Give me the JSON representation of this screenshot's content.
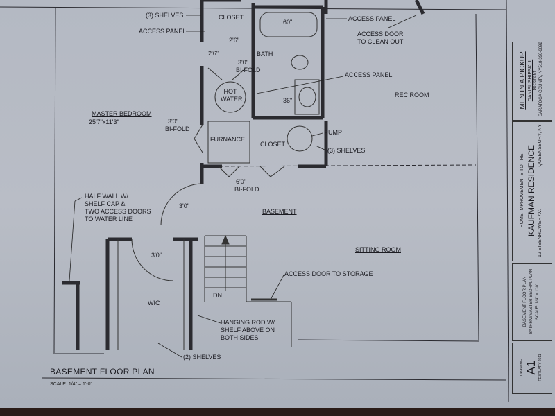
{
  "rooms": {
    "closet_top": "CLOSET",
    "bath": "BATH",
    "hot_water": "HOT\nWATER",
    "furnance": "FURNANCE",
    "closet_mid": "CLOSET",
    "master_bedroom": "MASTER BEDROOM",
    "master_bedroom_size": "25'7\"x11'3\"",
    "rec_room": "REC ROOM",
    "basement": "BASEMENT",
    "sitting_room": "SITTING ROOM",
    "wic": "WIC",
    "dn": "DN"
  },
  "dimensions": {
    "tub": "60\"",
    "d_2_6a": "2'6\"",
    "d_2_6b": "2'6\"",
    "bifold_3_top": "3'0\"",
    "bifold_3_top_sub": "BI-FOLD",
    "vanity": "36\"",
    "bifold_3_left": "3'0\"",
    "bifold_3_left_sub": "BI-FOLD",
    "bifold_6": "6'0\"",
    "bifold_6_sub": "BI-FOLD",
    "door_3a": "3'0\"",
    "door_3b": "3'0\""
  },
  "callouts": {
    "shelves_top": "(3) SHELVES",
    "access_panel_left": "ACCESS PANEL",
    "access_panel_right": "ACCESS PANEL",
    "access_door_cleanout": "ACCESS DOOR\nTO CLEAN OUT",
    "access_panel_mid": "ACCESS PANEL",
    "pump": "PUMP",
    "shelves_mid": "(3) SHELVES",
    "half_wall": "HALF WALL W/\nSHELF CAP &\nTWO ACCESS DOORS\nTO WATER LINE",
    "access_storage": "ACCESS DOOR TO STORAGE",
    "hanging_rod": "HANGING ROD W/\nSHELF ABOVE ON\nBOTH SIDES",
    "shelves_bottom": "(2) SHELVES"
  },
  "drawing": {
    "title": "BASEMENT FLOOR PLAN",
    "scale": "SCALE: 1/4\" = 1'-0\""
  },
  "title_block": {
    "company": "MEN IN A PICKUP",
    "person": "DANIEL SHIPSKI II",
    "role": "PRESIDENT",
    "county": "SARATOGA COUNTY, NY",
    "phone": "518-390-6892",
    "project_intro": "HOME IMPROVEMENTS TO THE",
    "project": "KAUFMAN RESIDENCE",
    "address": "12 EISENHOWER AV.",
    "city": "QUEENSBURY, NY",
    "sheet_desc1": "BASEMENT FLOOR PLAN",
    "sheet_desc2": "BATHRM/MASTER BEDRM. PLAN",
    "sheet_scale": "SCALE: 1/4\" = 1'-0\"",
    "drawing_label": "DRAWING",
    "sheet_number": "A1",
    "date": "FEBRUARY 2011"
  }
}
